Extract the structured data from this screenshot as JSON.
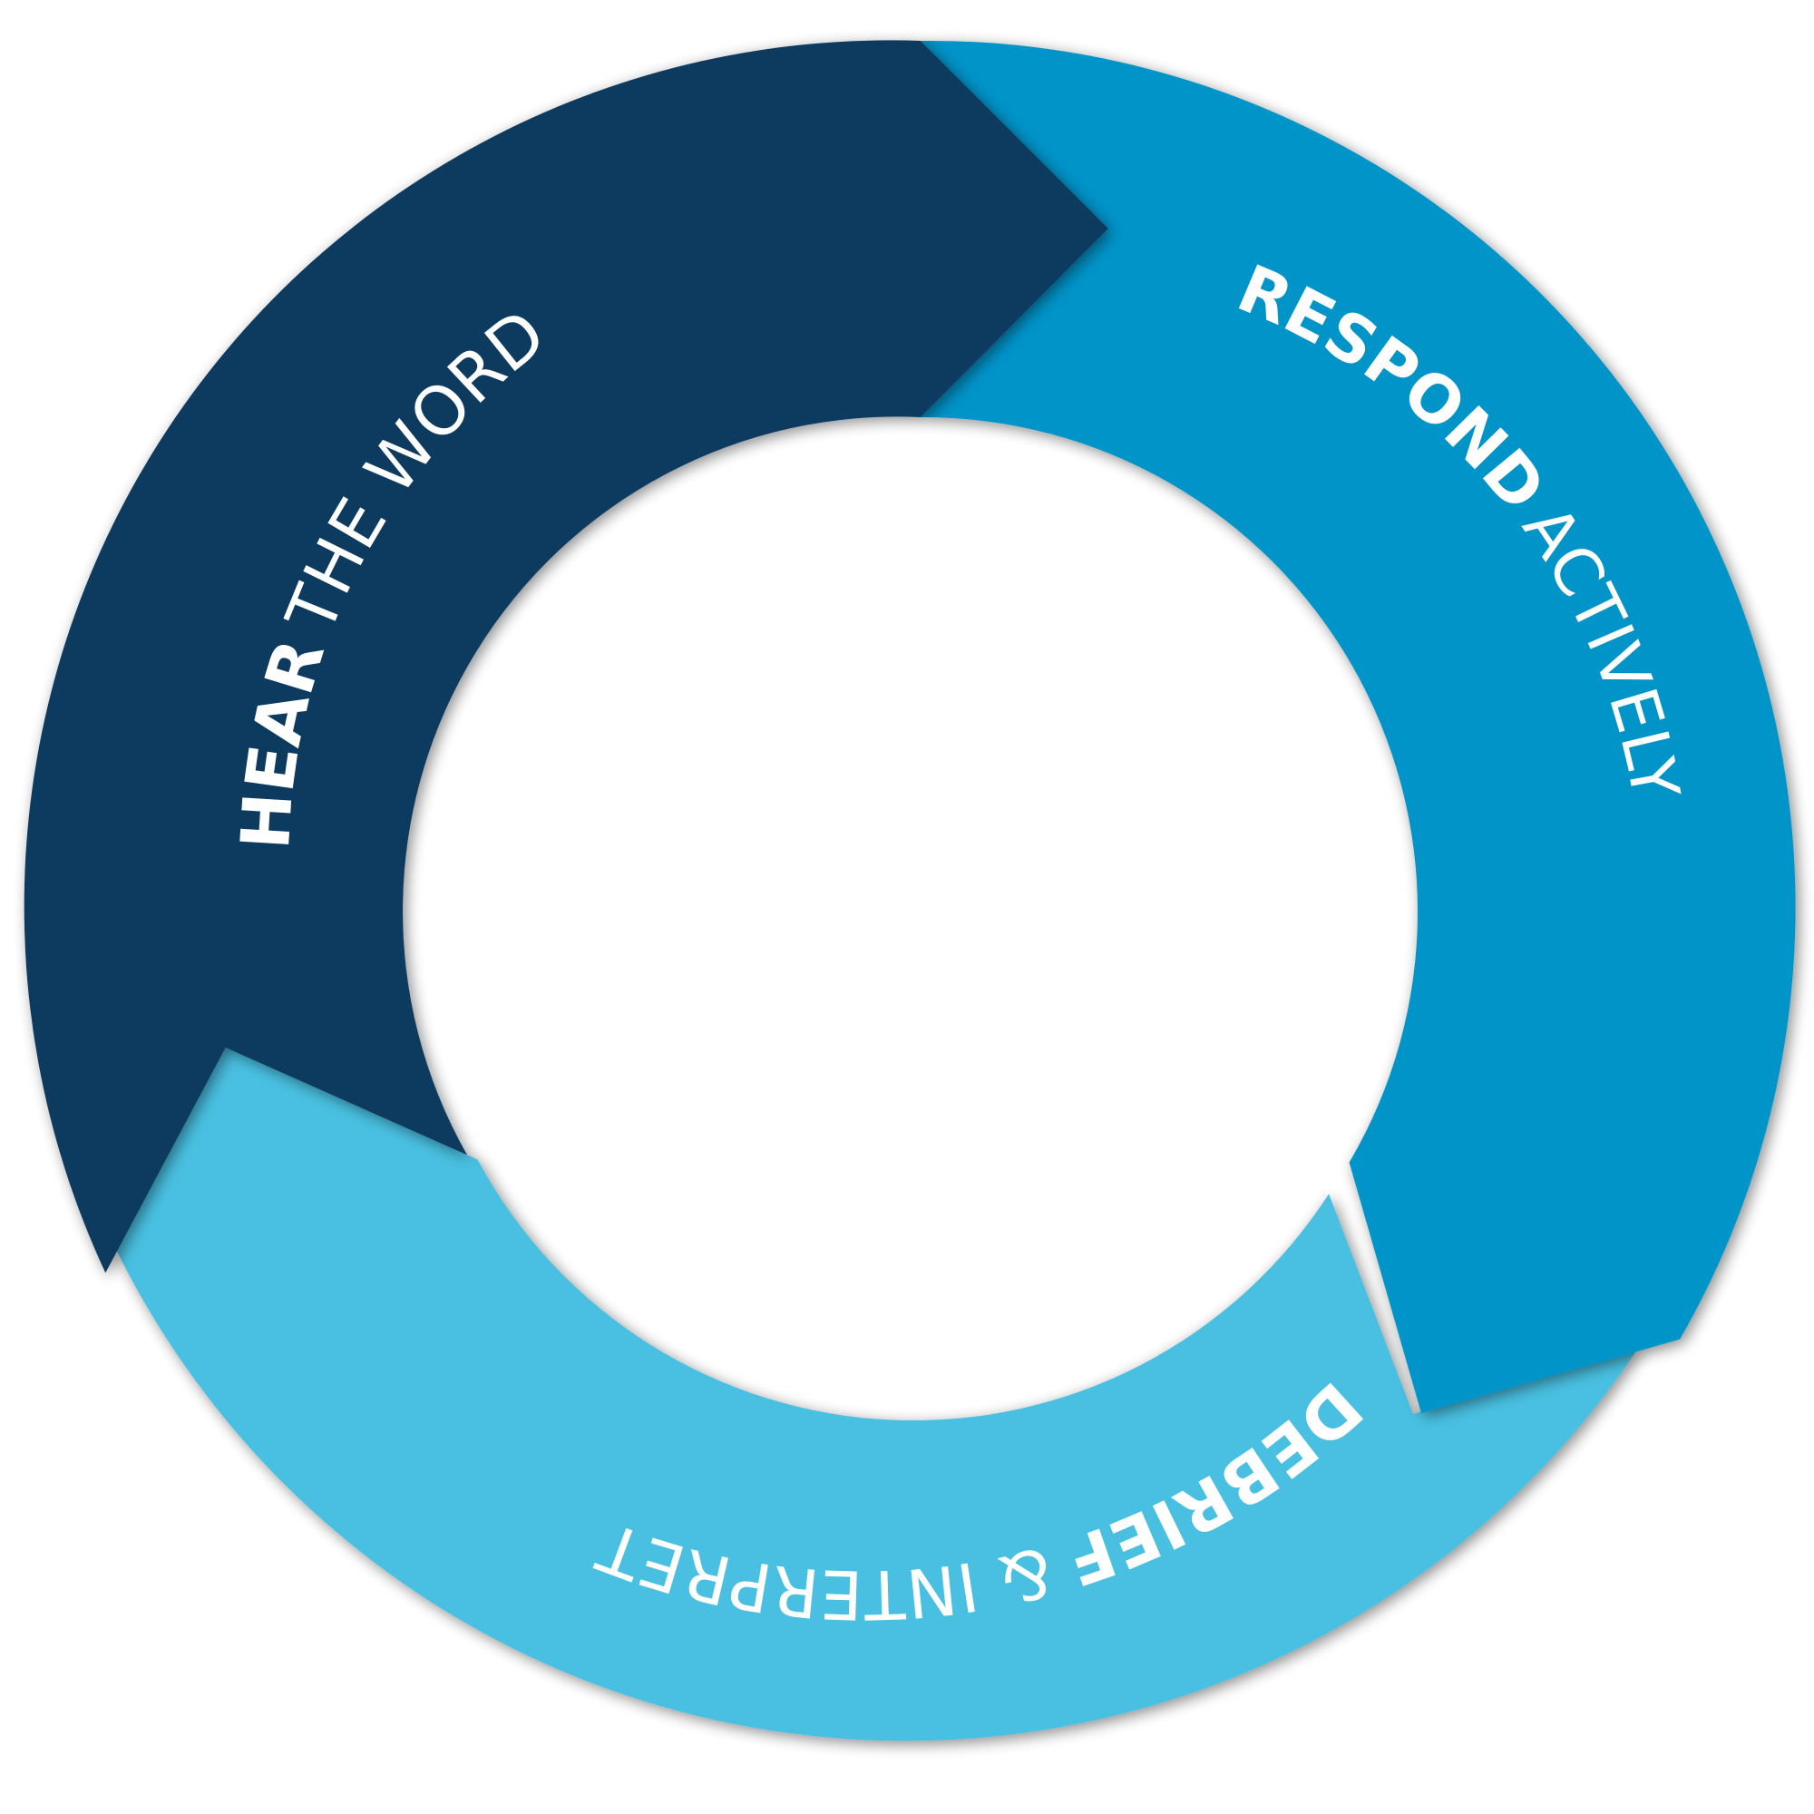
{
  "stages": [
    {
      "bold": "HEAR",
      "light": "THE WORD",
      "color": "#0c3a61"
    },
    {
      "bold": "RESPOND",
      "light": "ACTIVELY",
      "color": "#0394c9"
    },
    {
      "bold": "DEBRIEF",
      "light": "& INTERPRET",
      "color": "#48c0e1"
    }
  ],
  "colors": {
    "background": "#ffffff",
    "text": "#ffffff"
  }
}
